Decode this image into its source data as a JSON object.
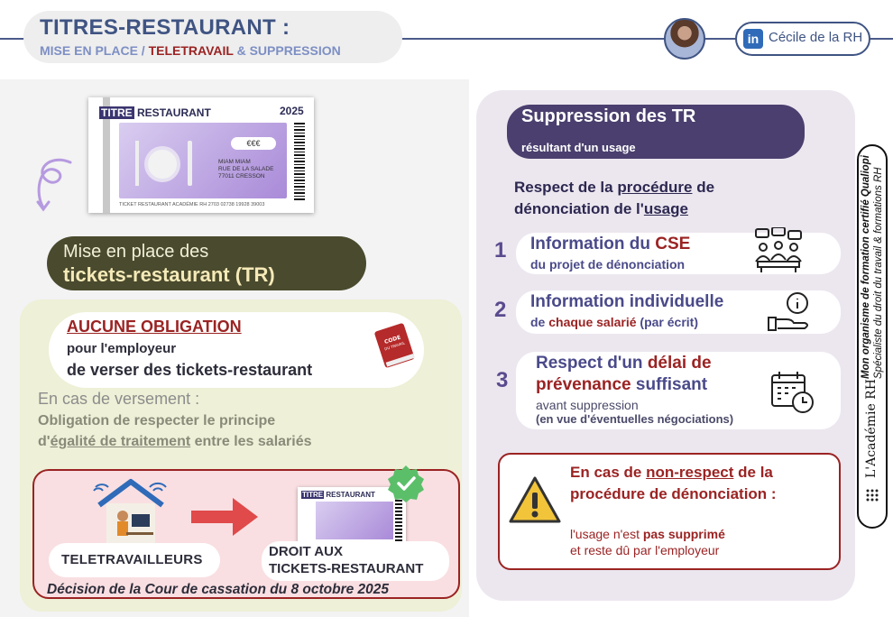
{
  "header": {
    "title": "TITRES-RESTAURANT :",
    "subtitle_part1": "MISE EN PLACE /",
    "subtitle_part2": "TELETRAVAIL",
    "subtitle_part3": "& SUPPRESSION",
    "author_name": "Cécile de la RH",
    "linkedin_icon": "linkedin-icon",
    "linkedin_letters": "in"
  },
  "ticket": {
    "brand_box": "TITRE",
    "brand_rest": "RESTAURANT",
    "year": "2025",
    "amount": "€€€",
    "address_line1": "MIAM MIAM",
    "address_line2": "RUE DE LA SALADE",
    "address_line3": "77011 CRESSON",
    "footer": "TICKET RESTAURANT ACADÉMIE RH 2703 02738 19928 39003"
  },
  "mise_en_place": {
    "line1": "Mise en place des",
    "line2": "tickets-restaurant (TR)"
  },
  "obligation": {
    "title": "AUCUNE OBLIGATION",
    "line2": "pour l'employeur",
    "line3": "de verser des tickets-restaurant",
    "book_label": "CODE DU TRAVAIL"
  },
  "versement": {
    "intro": "En cas de versement :",
    "line1": "Obligation de respecter le principe",
    "line2_pre": "d'",
    "line2_underlined": "égalité de traitement",
    "line2_post": " entre les salariés"
  },
  "teletravail": {
    "label": "TELETRAVAILLEURS",
    "droit_line1": "DROIT AUX",
    "droit_line2": "TICKETS-RESTAURANT",
    "decision": "Décision de la Cour de cassation du 8 octobre 2025",
    "mini_brand_box": "TITRE",
    "mini_brand_rest": "RESTAURANT"
  },
  "suppression": {
    "title": "Suppression des TR",
    "subtitle": "résultant d'un usage",
    "respect_pre": "Respect de la ",
    "respect_u1": "procédure",
    "respect_post": " de",
    "respect_line2_pre": "dénonciation de l'",
    "respect_u2": "usage",
    "steps": [
      {
        "num": "1",
        "title_pre": "Information du ",
        "title_red": "CSE",
        "sub": "du projet de dénonciation"
      },
      {
        "num": "2",
        "title": "Information individuelle",
        "sub_pre": "de ",
        "sub_red": "chaque salarié",
        "sub_post": " (par écrit)"
      },
      {
        "num": "3",
        "title1_pre": "Respect d'un ",
        "title1_red": "délai de",
        "title2_red": "prévenance",
        "title2_post": " suffisant",
        "sub1": "avant suppression",
        "sub2": "(en vue d'éventuelles négociations)"
      }
    ],
    "non_respect": {
      "line1_pre": "En cas de ",
      "line1_u": "non-respect",
      "line1_post": " de la",
      "line2": "procédure de dénonciation :",
      "line3_pre": "l'usage n'est ",
      "line3_bold": "pas supprimé",
      "line4": "et reste dû par l'employeur"
    }
  },
  "side_tab": {
    "line1": "Mon organisme de formation certifié Qualiopi",
    "line2": "Spécialiste du droit du travail & formations RH",
    "brand": "L'Académie RH"
  },
  "colors": {
    "navy": "#3f5483",
    "dark_red": "#9b2323",
    "purple": "#4a3f6e",
    "olive": "#4a4a2e",
    "green_panel": "#eef0d7",
    "pink_panel": "#f9dfe2"
  }
}
